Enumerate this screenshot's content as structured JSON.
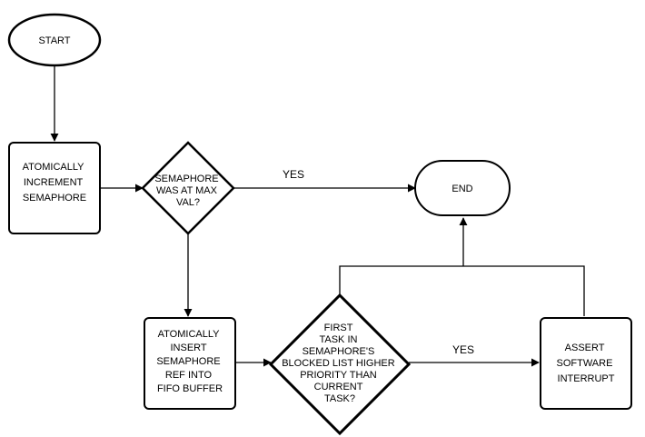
{
  "nodes": {
    "start": {
      "label": "START"
    },
    "increment": {
      "lines": [
        "ATOMICALLY",
        "INCREMENT",
        "SEMAPHORE"
      ]
    },
    "max_check": {
      "lines": [
        "SEMAPHORE",
        "WAS AT MAX",
        "VAL?"
      ]
    },
    "end": {
      "label": "END"
    },
    "insert": {
      "lines": [
        "ATOMICALLY",
        "INSERT",
        "SEMAPHORE",
        "REF INTO",
        "FIFO BUFFER"
      ]
    },
    "priority_check": {
      "lines": [
        "FIRST",
        "TASK IN",
        "SEMAPHORE'S",
        "BLOCKED LIST HIGHER",
        "PRIORITY THAN",
        "CURRENT",
        "TASK?"
      ]
    },
    "interrupt": {
      "lines": [
        "ASSERT",
        "SOFTWARE",
        "INTERRUPT"
      ]
    }
  },
  "edges": {
    "max_yes": {
      "label": "YES"
    },
    "priority_yes": {
      "label": "YES"
    }
  }
}
